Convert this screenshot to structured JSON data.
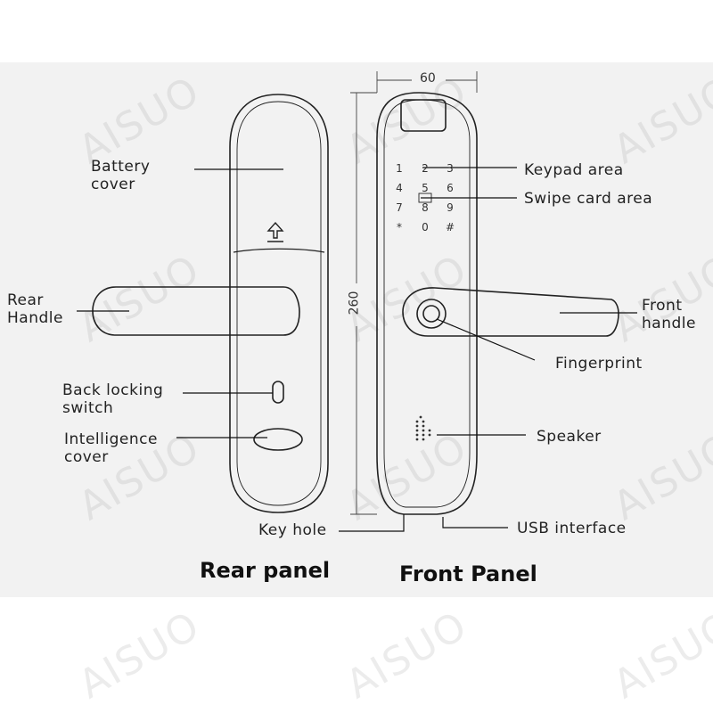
{
  "watermark": "AISUO",
  "titles": {
    "rear": "Rear panel",
    "front": "Front Panel"
  },
  "dimensions": {
    "width": "60",
    "height": "260"
  },
  "labels": {
    "battery_cover_1": "Battery",
    "battery_cover_2": "cover",
    "rear_handle_1": "Rear",
    "rear_handle_2": "Handle",
    "back_switch_1": "Back locking",
    "back_switch_2": "switch",
    "intel_cover_1": "Intelligence",
    "intel_cover_2": "cover",
    "key_hole": "Key hole",
    "keypad_area": "Keypad area",
    "swipe_card_area": "Swipe card area",
    "front_handle_1": "Front",
    "front_handle_2": "handle",
    "fingerprint": "Fingerprint",
    "speaker": "Speaker",
    "usb_interface": "USB interface"
  },
  "keypad": [
    "1",
    "2",
    "3",
    "4",
    "5",
    "6",
    "7",
    "8",
    "9",
    "*",
    "0",
    "#"
  ]
}
